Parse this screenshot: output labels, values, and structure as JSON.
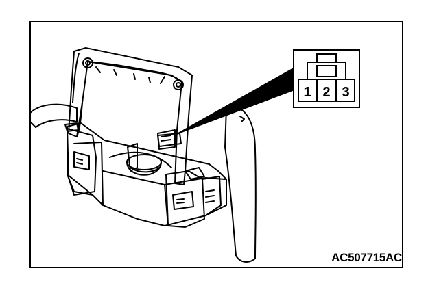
{
  "figure": {
    "code": "AC507715AC"
  },
  "connector": {
    "pins": [
      "1",
      "2",
      "3"
    ]
  },
  "colors": {
    "line": "#000000",
    "background": "#ffffff"
  }
}
